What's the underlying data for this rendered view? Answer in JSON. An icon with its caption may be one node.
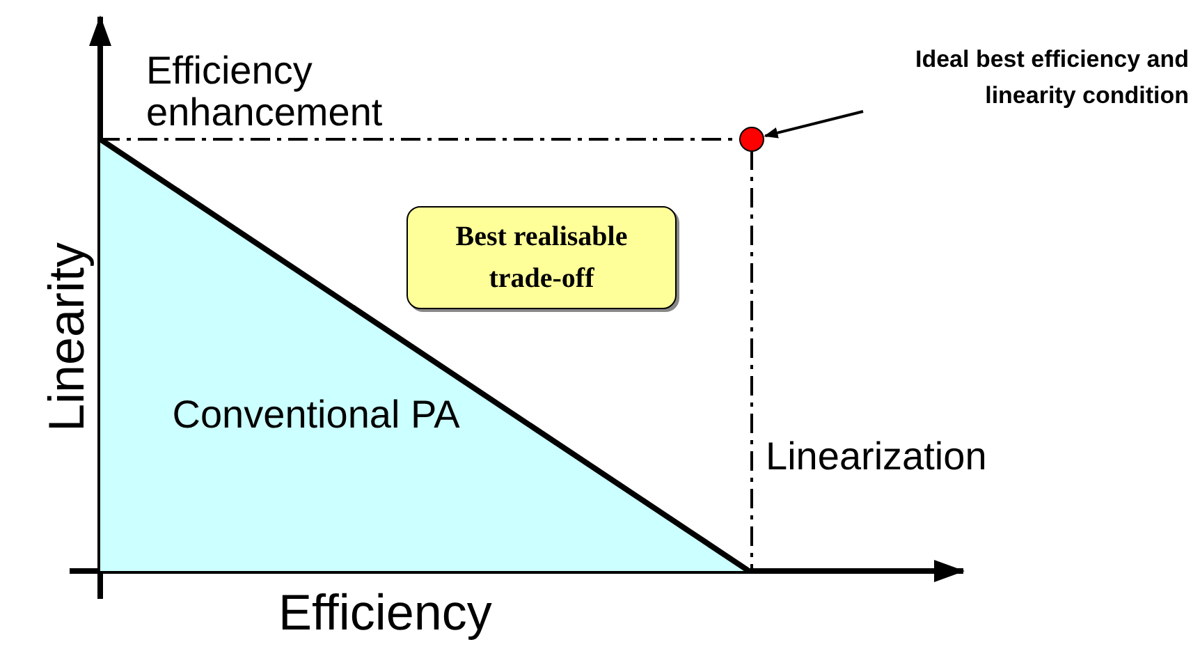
{
  "diagram": {
    "nodes": [
      {
        "text": [
          "Ideal best efficiency and linearity condition"
        ]
      },
      {
        "text": [],
        "shape": "circle"
      },
      {
        "text": [
          "Conventional PA"
        ]
      },
      {
        "text": [
          "Best realisable trade-off"
        ]
      }
    ],
    "edges": [
      {
        "from": 0,
        "to": 1,
        "arrow": "to"
      }
    ],
    "labels": [
      "Efficiency enhancement",
      "Linearity",
      "Linearization",
      "Efficiency"
    ]
  }
}
